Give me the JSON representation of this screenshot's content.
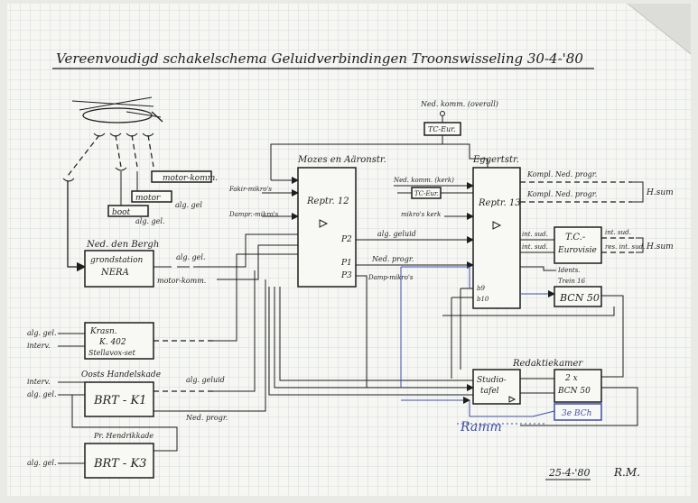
{
  "title": "Vereenvoudigd schakelschema Geluidverbindingen Troonswisseling 30-4-'80",
  "signature": {
    "date": "25-4-'80",
    "initials": "R.M."
  },
  "colors": {
    "ink": "#1d1d1d",
    "blue_ink": "#3d4fa8",
    "paper": "#f6f6f3",
    "grid": "#b9c6d6"
  },
  "helicopter": {
    "label": ""
  },
  "mic_boxes": {
    "motor_komm": "motor-komm.",
    "motor": "motor",
    "boot": "boot",
    "alg_gel_1": "alg. gel",
    "alg_gel_2": "alg. gel."
  },
  "ned_den_bergh": {
    "heading": "Ned. den Bergh",
    "line1": "grondstation",
    "line2": "NERA",
    "alg_gel": "alg. gel.",
    "motor_komm": "motor-komm."
  },
  "krasn": {
    "line1": "Krasn.",
    "line2": "K. 402",
    "line3": "Stellavox-set",
    "input_alg": "alg. gel.",
    "input_interv": "interv."
  },
  "brt_k1": {
    "heading": "Oosts Handelskade",
    "label": "BRT - K1",
    "input_interv": "interv.",
    "input_alg": "alg. gel.",
    "out_alg": "alg. geluid",
    "out_ned": "Ned. progr."
  },
  "brt_k3": {
    "heading": "Pr. Hendrikkade",
    "label": "BRT - K3",
    "input_alg": "alg. gel."
  },
  "moz": {
    "heading": "Mozes en Aäronstr.",
    "label": "Reptr. 12",
    "p2": "P2",
    "p1": "P1",
    "p3": "P3",
    "in_fakir": "Fakir-mikro's",
    "in_dampr": "Dampr.-mikro's",
    "out_alg": "alg. geluid",
    "out_ned": "Ned. progr.",
    "out_damp": "Damp-mikro's"
  },
  "overall": {
    "label": "Ned. komm. (overall)",
    "box": "TC-Eur."
  },
  "egg": {
    "heading": "Eggertstr.",
    "label": "Reptr. 13",
    "in_nedkomm": "Ned. komm. (kerk)",
    "box_tc": "TC-Eur.",
    "in_mikro": "mikro's kerk",
    "b9": "b9",
    "b10": "b10"
  },
  "out_right": {
    "kompl1": "Kompl. Ned. progr.",
    "kompl2": "Kompl. Ned. progr.",
    "hsum1": "H.sum",
    "int_sud1": "int. sud.",
    "int_sud2": "int. sud.",
    "tc_eur_1": "T.C.-",
    "tc_eur_2": "Eurovisie",
    "int_sud3": "int. sud.",
    "res_int": "res. int. sud.",
    "hsum2": "H.sum",
    "idents": "Idents.",
    "trein": "Trein 16"
  },
  "bcn50_top": {
    "label": "BCN 50"
  },
  "redactie": {
    "heading": "Redaktiekamer",
    "studio_1": "Studio-",
    "studio_2": "tafel",
    "bcn_1": "2 x",
    "bcn_2": "BCN 50",
    "bcn_3": "3e BCh",
    "scribble": "Ramm"
  }
}
